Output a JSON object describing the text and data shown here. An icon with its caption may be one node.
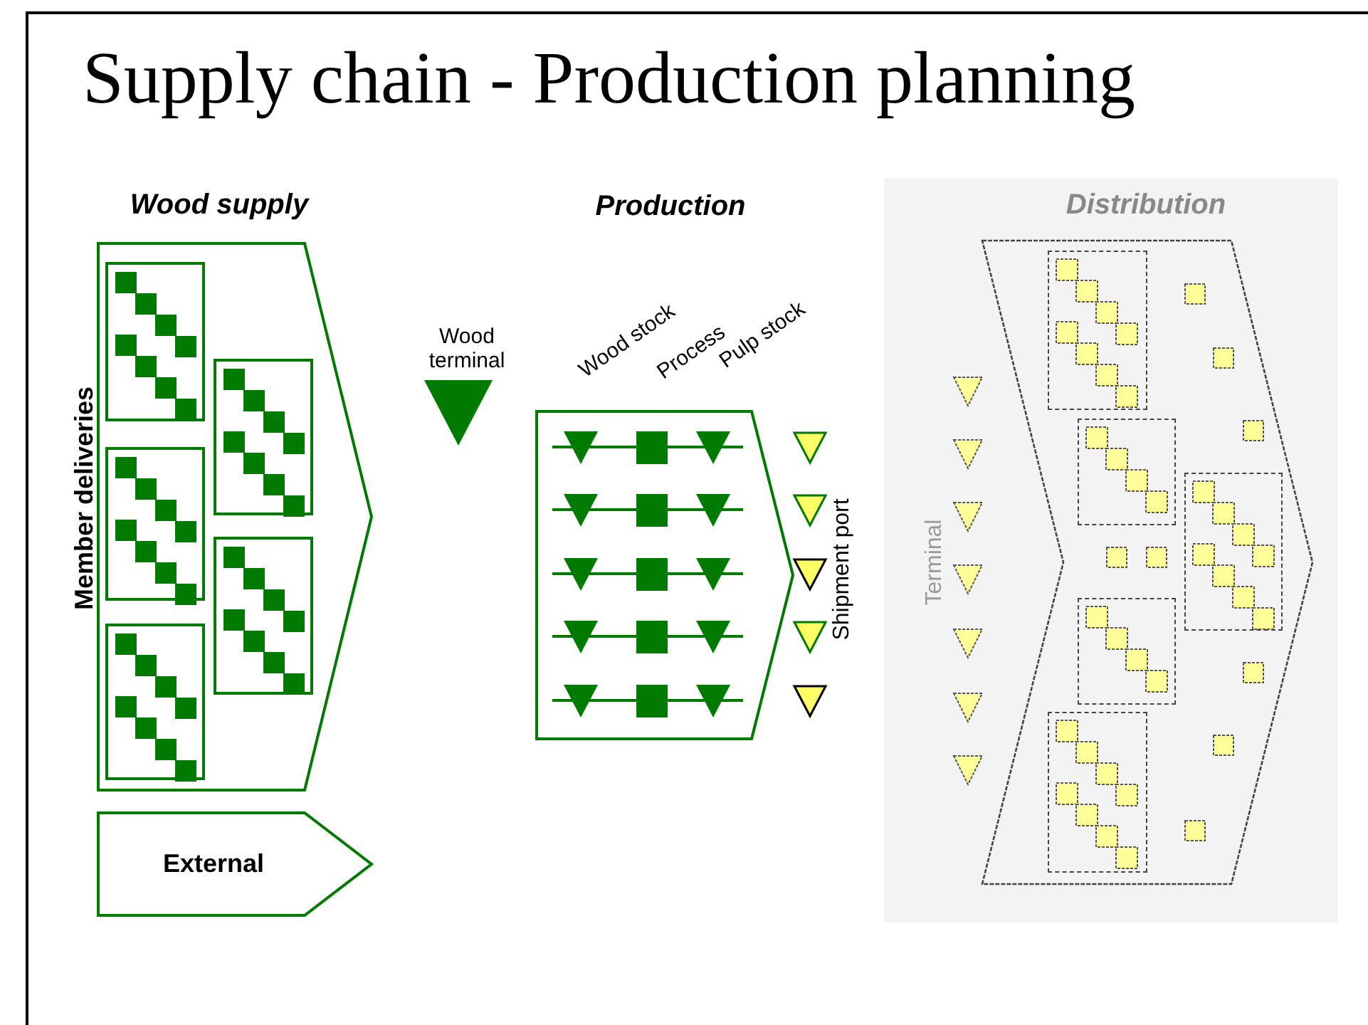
{
  "diagram": {
    "title": "Supply chain - Production planning",
    "nodes": [
      {
        "text": [
          "Wood supply",
          "Member deliveries"
        ]
      },
      {
        "text": [],
        "shape": "box",
        "in": 0
      },
      {
        "text": [],
        "shape": "box",
        "in": 0
      },
      {
        "text": [],
        "shape": "box",
        "in": 0
      },
      {
        "text": [],
        "shape": "box",
        "in": 0
      },
      {
        "text": [],
        "shape": "box",
        "in": 0
      },
      {
        "text": [
          "External"
        ]
      },
      {
        "text": [
          "Wood terminal"
        ]
      },
      {
        "text": [],
        "shape": "chevron"
      },
      {
        "text": [
          "Distribution"
        ]
      },
      {
        "text": [],
        "shape": "box",
        "in": 9
      },
      {
        "text": [],
        "shape": "box",
        "in": 9
      },
      {
        "text": [],
        "shape": "box",
        "in": 9
      },
      {
        "text": [],
        "shape": "box",
        "in": 9
      },
      {
        "text": [],
        "shape": "box",
        "in": 9
      }
    ],
    "labels": [
      "Production",
      "Wood stock",
      "Process",
      "Pulp stock",
      "Shipment port",
      "Terminal"
    ]
  }
}
